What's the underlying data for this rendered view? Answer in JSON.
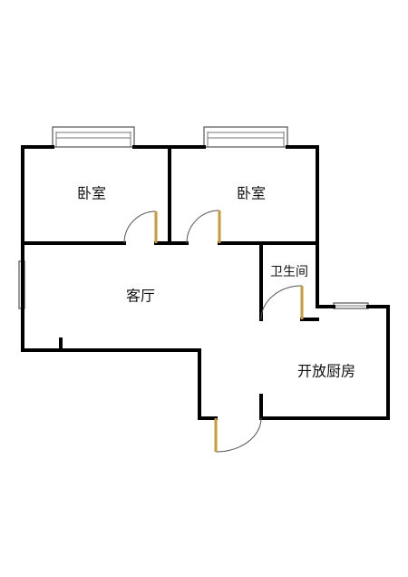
{
  "rooms": [
    {
      "id": "bedroom-1",
      "label": "卧室"
    },
    {
      "id": "bedroom-2",
      "label": "卧室"
    },
    {
      "id": "bathroom",
      "label": "卫生间"
    },
    {
      "id": "living-room",
      "label": "客厅"
    },
    {
      "id": "open-kitchen",
      "label": "开放厨房"
    }
  ],
  "colors": {
    "wall": "#000000",
    "door_leaf": "#c89a3a",
    "window_frame": "#555555",
    "background": "#ffffff"
  }
}
